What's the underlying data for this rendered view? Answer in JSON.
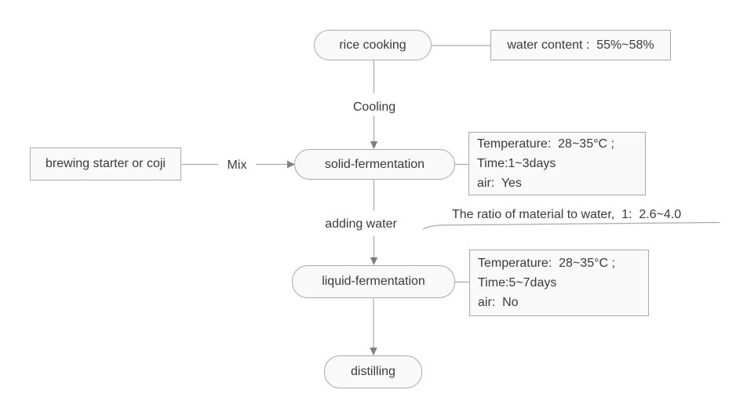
{
  "colors": {
    "line-color": "#a9a9a9",
    "arrow-color": "#7f7f7f",
    "node-fill": "#f9f9f9",
    "node-border": "#a9a9a9",
    "text-color": "#3a3a3a",
    "background": "#ffffff"
  },
  "nodes": {
    "rice_cooking": "rice cooking",
    "water_content": "water content :  55%~58%",
    "brewing_starter": "brewing starter or coji",
    "solid_fermentation": "solid-fermentation",
    "liquid_fermentation": "liquid-fermentation",
    "distilling": "distilling",
    "solid_conditions": {
      "lines": [
        "Temperature:  28~35°C ;",
        "Time:1~3days",
        "air:  Yes"
      ]
    },
    "liquid_conditions": {
      "lines": [
        "Temperature:  28~35°C ;",
        "Time:5~7days",
        "air:  No"
      ]
    }
  },
  "edge_labels": {
    "cooling": "Cooling",
    "mix": "Mix",
    "adding_water": "adding water",
    "ratio_note": "The ratio of material to water,  1:  2.6~4.0"
  }
}
